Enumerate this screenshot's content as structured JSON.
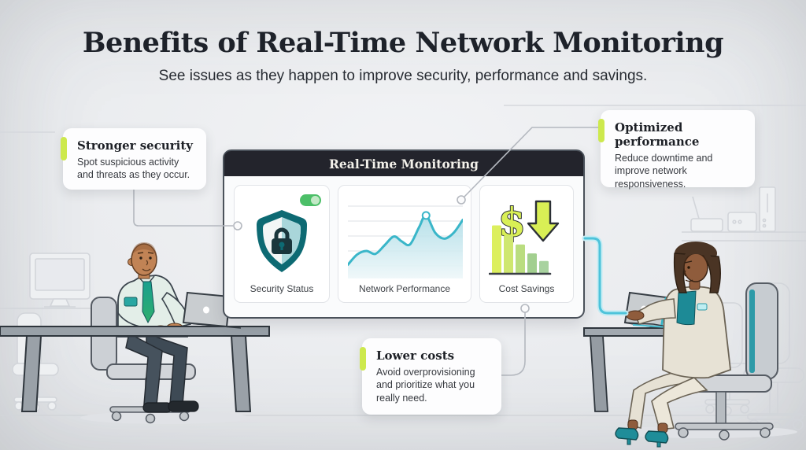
{
  "header": {
    "title": "Benefits of Real-Time Network Monitoring",
    "subtitle": "See issues as they happen to improve security, performance and savings."
  },
  "callouts": [
    {
      "id": "stronger-security",
      "title": "Stronger security",
      "body": "Spot suspicious activity and threats as they occur."
    },
    {
      "id": "optimized-performance",
      "title": "Optimized performance",
      "body": "Reduce downtime and improve network responsiveness."
    },
    {
      "id": "lower-costs",
      "title": "Lower costs",
      "body": "Avoid overprovisioning and prioritize what you really need."
    }
  ],
  "monitor_panel": {
    "title": "Real-Time Monitoring",
    "cards": [
      {
        "label": "Security Status",
        "icon": "shield-lock-icon",
        "toggle_on": true
      },
      {
        "label": "Network Performance",
        "icon": "area-chart-icon"
      },
      {
        "label": "Cost Savings",
        "icon": "dollar-down-arrow-icon"
      }
    ]
  },
  "chart_data": [
    {
      "type": "area",
      "name": "network-performance-sparkline",
      "title": "Network Performance",
      "points": [
        [
          0,
          18
        ],
        [
          8,
          32
        ],
        [
          16,
          37
        ],
        [
          24,
          33
        ],
        [
          32,
          45
        ],
        [
          40,
          57
        ],
        [
          47,
          50
        ],
        [
          54,
          46
        ],
        [
          62,
          70
        ],
        [
          68,
          86
        ],
        [
          76,
          62
        ],
        [
          84,
          54
        ],
        [
          92,
          62
        ],
        [
          100,
          80
        ]
      ],
      "marker_index": 9,
      "x_range": [
        0,
        100
      ],
      "y_range": [
        0,
        100
      ],
      "grid": true,
      "grid_lines": 5,
      "line_color": "#3ab6c9",
      "fill_top": "#aedde7",
      "fill_bottom": "#eef7f9"
    },
    {
      "type": "bar",
      "name": "cost-savings-bars",
      "title": "Cost Savings",
      "values": [
        38,
        30,
        23,
        16,
        10
      ],
      "colors": [
        "#dcef5e",
        "#cfe76f",
        "#badd80",
        "#a2cf8f",
        "#a8d29f"
      ],
      "trend": "decreasing"
    }
  ],
  "colors": {
    "accent_lime": "#cde94d",
    "panel_header": "#23242c",
    "toggle_green": "#4cbf68",
    "shield_teal_dark": "#0d6a73",
    "shield_teal_light": "#a9d6da",
    "cable_teal": "#4ec3da",
    "connector_gray": "#b4b8bf"
  },
  "scene": {
    "left_person": "man-working-on-laptop",
    "right_person": "woman-working-on-laptop",
    "background": "office-with-desks-chairs-and-network-devices"
  }
}
